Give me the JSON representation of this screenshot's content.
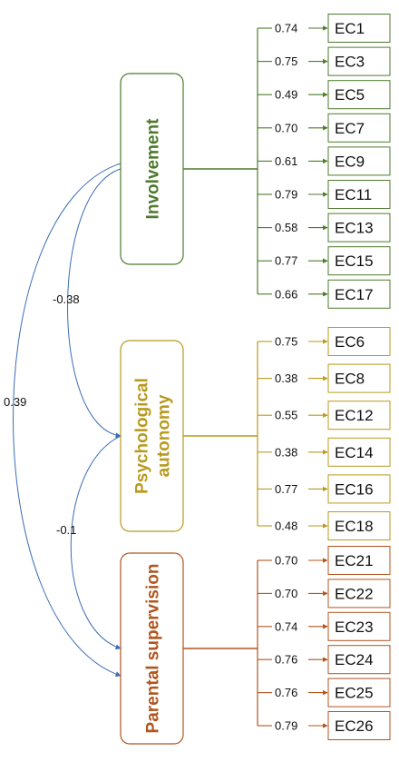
{
  "colors": {
    "involvement": "#4e7a2c",
    "psychological_autonomy": "#b89a1e",
    "parental_supervision": "#b0551e",
    "correlation": "#3a6db5"
  },
  "factors": [
    {
      "key": "involvement",
      "label": "Involvement",
      "color": "#4e7a2c",
      "items": [
        {
          "code": "EC1",
          "loading": "0.74"
        },
        {
          "code": "EC3",
          "loading": "0.75"
        },
        {
          "code": "EC5",
          "loading": "0.49"
        },
        {
          "code": "EC7",
          "loading": "0.70"
        },
        {
          "code": "EC9",
          "loading": "0.61"
        },
        {
          "code": "EC11",
          "loading": "0.79"
        },
        {
          "code": "EC13",
          "loading": "0.58"
        },
        {
          "code": "EC15",
          "loading": "0.77"
        },
        {
          "code": "EC17",
          "loading": "0.66"
        }
      ]
    },
    {
      "key": "psychological_autonomy",
      "label": [
        "Psychological",
        "autonomy"
      ],
      "color": "#b89a1e",
      "items": [
        {
          "code": "EC6",
          "loading": "0.75"
        },
        {
          "code": "EC8",
          "loading": "0.38"
        },
        {
          "code": "EC12",
          "loading": "0.55"
        },
        {
          "code": "EC14",
          "loading": "0.38"
        },
        {
          "code": "EC16",
          "loading": "0.77"
        },
        {
          "code": "EC18",
          "loading": "0.48"
        }
      ]
    },
    {
      "key": "parental_supervision",
      "label": "Parental supervision",
      "color": "#b0551e",
      "items": [
        {
          "code": "EC21",
          "loading": "0.70"
        },
        {
          "code": "EC22",
          "loading": "0.70"
        },
        {
          "code": "EC23",
          "loading": "0.74"
        },
        {
          "code": "EC24",
          "loading": "0.76"
        },
        {
          "code": "EC25",
          "loading": "0.76"
        },
        {
          "code": "EC26",
          "loading": "0.79"
        }
      ]
    }
  ],
  "correlations": [
    {
      "from": "involvement",
      "to": "psychological_autonomy",
      "value": "-0.38"
    },
    {
      "from": "psychological_autonomy",
      "to": "parental_supervision",
      "value": "-0.1"
    },
    {
      "from": "involvement",
      "to": "parental_supervision",
      "value": "0.39"
    }
  ]
}
